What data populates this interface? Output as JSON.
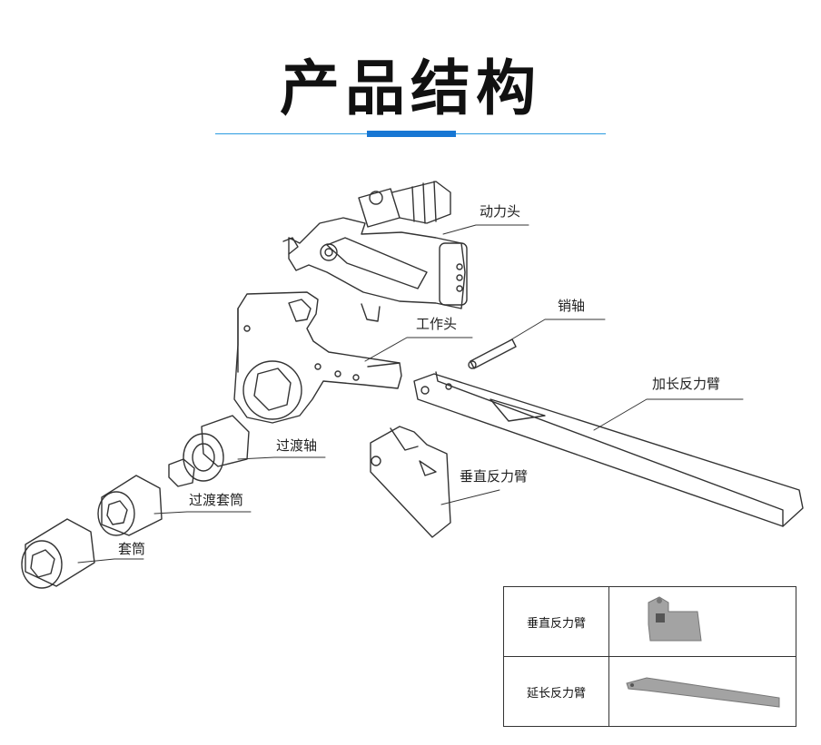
{
  "title": "产品结构",
  "parts": {
    "power_head": "动力头",
    "pin": "销轴",
    "working_head": "工作头",
    "extended_arm": "加长反力臂",
    "adapter_shaft": "过渡轴",
    "vertical_arm": "垂直反力臂",
    "adapter_socket": "过渡套筒",
    "socket": "套筒"
  },
  "legend": [
    {
      "label": "垂直反力臂",
      "icon": "vertical-reaction-arm-photo"
    },
    {
      "label": "延长反力臂",
      "icon": "extended-reaction-arm-photo"
    }
  ],
  "colors": {
    "accent": "#1777d4",
    "rule": "#2b9be0"
  }
}
